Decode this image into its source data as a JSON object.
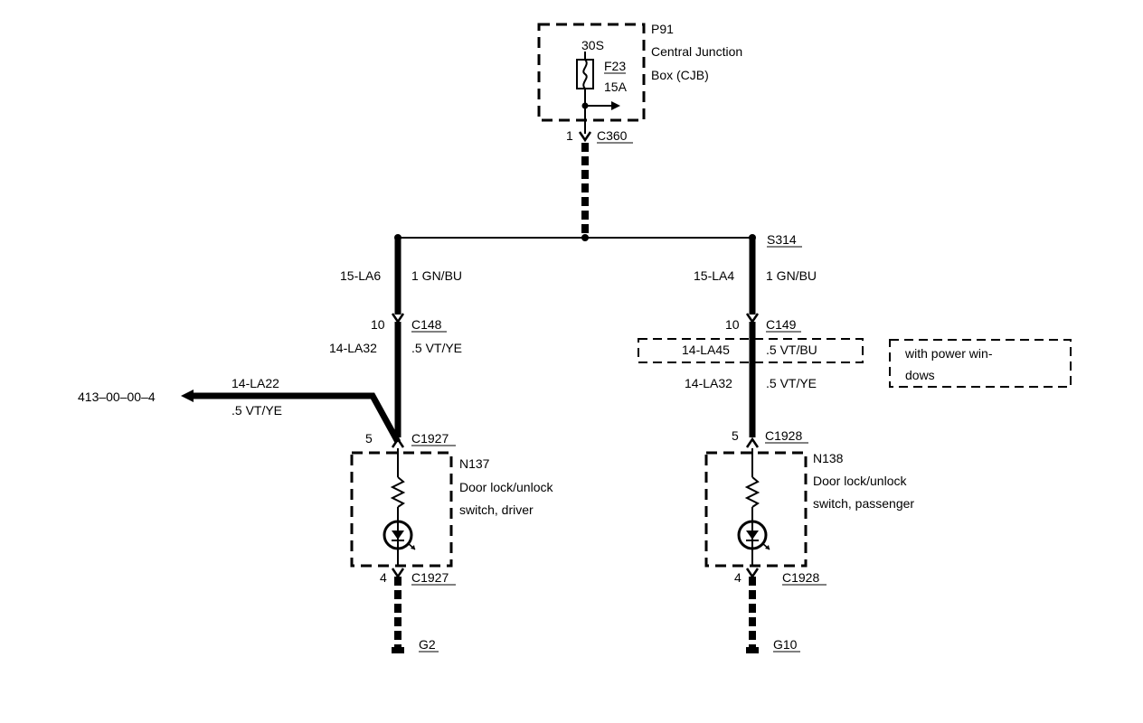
{
  "cjb": {
    "ref": "P91",
    "name_line1": "Central Junction",
    "name_line2": "Box (CJB)",
    "feed": "30S",
    "fuse_ref": "F23",
    "fuse_rating": "15A"
  },
  "c360": {
    "pin": "1",
    "connector": "C360"
  },
  "splice": {
    "ref": "S314"
  },
  "left_branch": {
    "circuit_top": "15-LA6",
    "color_top": "1 GN/BU",
    "pin_c148": "10",
    "connector_c148": "C148",
    "circuit_mid": "14-LA32",
    "color_mid": ".5 VT/YE",
    "pin_switch_in": "5",
    "connector_switch_in": "C1927",
    "switch_ref": "N137",
    "switch_line1": "Door lock/unlock",
    "switch_line2": "switch, driver",
    "pin_switch_out": "4",
    "connector_switch_out": "C1927",
    "ground": "G2"
  },
  "tap": {
    "destination": "413–00–00–4",
    "circuit": "14-LA22",
    "color": ".5 VT/YE"
  },
  "right_branch": {
    "circuit_top": "15-LA4",
    "color_top": "1 GN/BU",
    "pin_c149": "10",
    "connector_c149": "C149",
    "alt_circuit": "14-LA45",
    "alt_color": ".5 VT/BU",
    "note_line1": "with power win-",
    "note_line2": "dows",
    "circuit_mid": "14-LA32",
    "color_mid": ".5 VT/YE",
    "pin_switch_in": "5",
    "connector_switch_in": "C1928",
    "switch_ref": "N138",
    "switch_line1": "Door lock/unlock",
    "switch_line2": "switch, passenger",
    "pin_switch_out": "4",
    "connector_switch_out": "C1928",
    "ground": "G10"
  }
}
